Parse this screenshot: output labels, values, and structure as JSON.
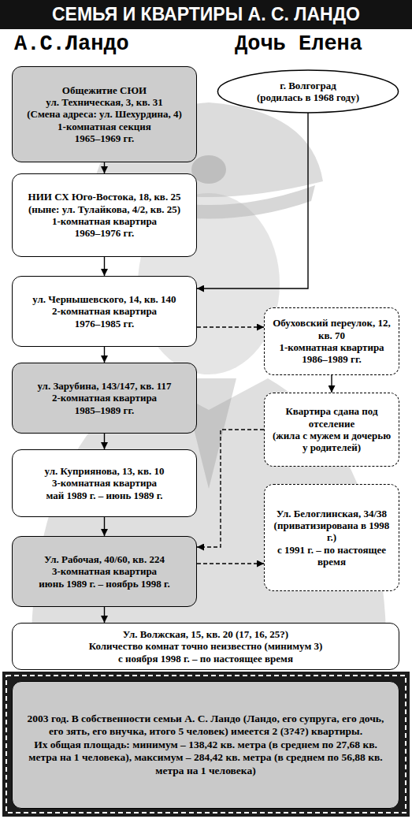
{
  "diagram": {
    "title": "СЕМЬЯ И КВАРТИРЫ А. С. ЛАНДО",
    "nodes": [
      {
        "text": [
          "Общежитие СЮИ",
          "ул. Техническая, 3, кв. 31",
          "(Смена адреса: ул. Шехурдина, 4)",
          "1-комнатная секция",
          "1965–1969 гг."
        ]
      },
      {
        "text": [
          "г. Волгоград",
          "(родилась в 1968 году)"
        ]
      },
      {
        "text": [
          "НИИ СХ Юго-Востока, 18, кв. 25 (ныне: ул. Тулайкова, 4/2, кв. 25)",
          "1-комнатная квартира",
          "1969–1976 гг."
        ]
      },
      {
        "text": [
          "ул. Чернышевского, 14, кв. 140",
          "2-комнатная квартира",
          "1976–1985 гг."
        ]
      },
      {
        "text": [
          "Обуховский переулок, 12, кв. 70",
          "1-комнатная квартира",
          "1986–1989 гг."
        ]
      },
      {
        "text": [
          "ул. Зарубина, 143/147, кв. 117",
          "2-комнатная квартира",
          "1985–1989 гг."
        ]
      },
      {
        "text": [
          "Квартира сдана под отселение",
          "(жила с мужем и дочерью у родителей)"
        ]
      },
      {
        "text": [
          "ул. Куприянова, 13, кв. 10",
          "3-комнатная квартира",
          "май 1989 г. – июнь 1989 г."
        ]
      },
      {
        "text": [
          "Ул. Белоглинская, 34/38",
          "(приватизирована в 1998 г.)",
          "с 1991 г. – по настоящее время"
        ]
      },
      {
        "text": [
          "Ул. Рабочая, 40/60, кв. 224",
          "3-комнатная квартира",
          "июнь 1989 г. – ноябрь 1998 г."
        ]
      },
      {
        "text": [
          "Ул. Волжская, 15, кв. 20 (17, 16, 25?)",
          "Количество комнат точно неизвестно (минимум 3)",
          "с ноября 1998 г. – по настоящее время"
        ]
      },
      {
        "text": [
          "2003 год. В собственности семьи А. С. Ландо (Ландо, его супруга, его дочь, его зять, его внучка, итого 5 человек) имеется 2 (3?4?) квартиры.",
          "Их общая площадь: минимум – 138,42 кв. метра (в среднем по 27,68 кв. метра на 1 человека), максимум – 284,42 кв. метра (в среднем по 56,88 кв. метра на 1 человека)"
        ]
      }
    ],
    "edges": [
      {
        "from": 0,
        "to": 2,
        "arrow": "to"
      },
      {
        "from": 2,
        "to": 3,
        "arrow": "to"
      },
      {
        "from": 1,
        "to": 3,
        "arrow": "to"
      },
      {
        "from": 3,
        "to": 4,
        "arrow": "to"
      },
      {
        "from": 3,
        "to": 5,
        "arrow": "to"
      },
      {
        "from": 4,
        "to": 6,
        "arrow": "to"
      },
      {
        "from": 5,
        "to": 7,
        "arrow": "to"
      },
      {
        "from": 6,
        "to": 9,
        "arrow": "to"
      },
      {
        "from": 7,
        "to": 9,
        "arrow": "to"
      },
      {
        "from": 9,
        "to": 8,
        "arrow": "to"
      },
      {
        "from": 9,
        "to": 10,
        "arrow": "to"
      }
    ],
    "labels": [
      "А.С.Ландо",
      "Дочь Елена"
    ]
  }
}
